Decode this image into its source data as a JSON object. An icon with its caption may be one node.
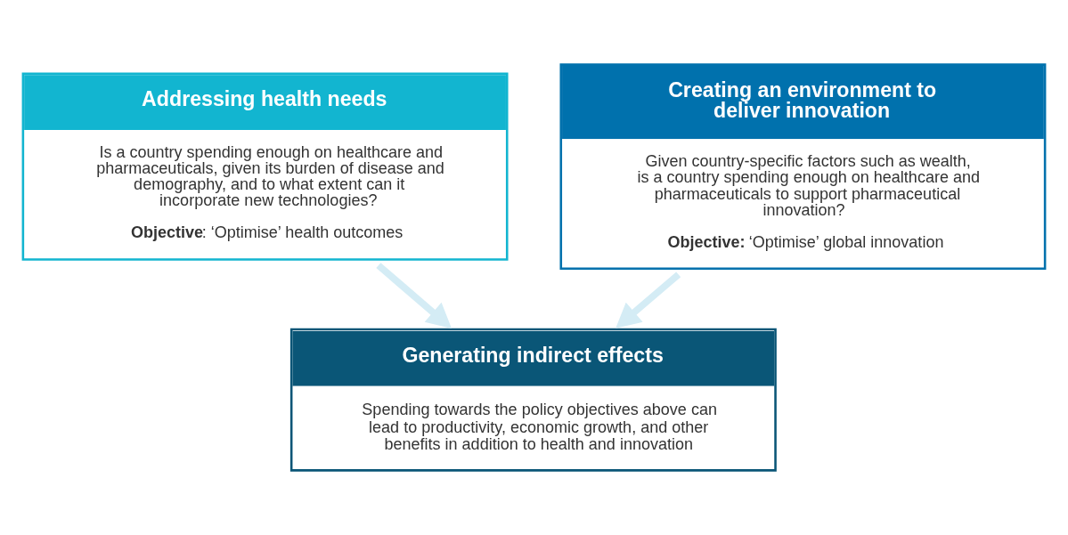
{
  "diagram": {
    "nodes": [
      {
        "text": [
          "Addressing health needs",
          "Is a country spending enough on healthcare and pharmaceuticals, given its burden of disease and demography, and to what extent can it incorporate new technologies?",
          "**Objective**: ‘Optimise’ health outcomes"
        ]
      },
      {
        "text": [
          "Creating an environment to deliver innovation",
          "Given country-specific factors such as wealth, is a country spending enough on healthcare and pharmaceuticals to support pharmaceutical innovation?",
          "**Objective:** ‘Optimise’ global innovation"
        ]
      },
      {
        "text": [
          "Generating indirect effects",
          "Spending towards the policy objectives above can lead to productivity, economic growth, and other benefits in addition to health and innovation"
        ]
      }
    ],
    "edges": [
      {
        "from": 0,
        "to": 2,
        "arrow": "to",
        "color": "#d4ecf5"
      },
      {
        "from": 1,
        "to": 2,
        "arrow": "to",
        "color": "#d4ecf5"
      }
    ]
  }
}
